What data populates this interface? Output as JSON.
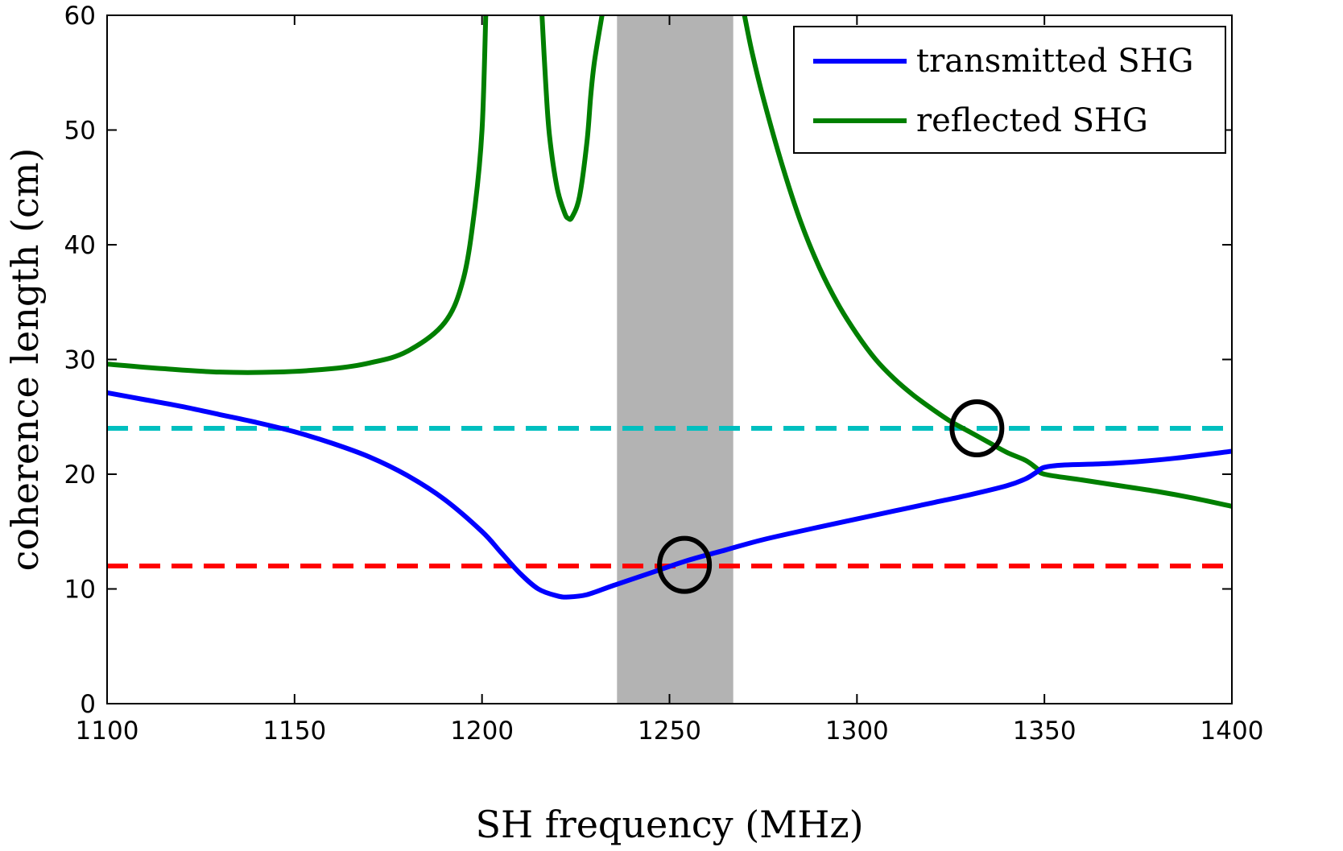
{
  "chart_data": {
    "type": "line",
    "xlabel": "SH frequency (MHz)",
    "ylabel": "coherence length (cm)",
    "xlim": [
      1100,
      1400
    ],
    "ylim": [
      0,
      60
    ],
    "xticks": [
      1100,
      1150,
      1200,
      1250,
      1300,
      1350,
      1400
    ],
    "yticks": [
      0,
      10,
      20,
      30,
      40,
      50,
      60
    ],
    "xtick_labels": [
      "1100",
      "1150",
      "1200",
      "1250",
      "1300",
      "1350",
      "1400"
    ],
    "ytick_labels": [
      "0",
      "10",
      "20",
      "30",
      "40",
      "50",
      "60"
    ],
    "grid": false,
    "legend_position": "top-right",
    "shaded_band": {
      "x_start": 1236,
      "x_end": 1267,
      "color": "#b3b3b3"
    },
    "series": [
      {
        "name": "transmitted SHG",
        "color": "#0000ff",
        "x": [
          1100,
          1110,
          1120,
          1130,
          1140,
          1150,
          1160,
          1170,
          1180,
          1190,
          1200,
          1205,
          1210,
          1215,
          1220,
          1223,
          1228,
          1235,
          1245,
          1255,
          1265,
          1275,
          1290,
          1300,
          1310,
          1320,
          1330,
          1340,
          1345,
          1348,
          1350,
          1355,
          1365,
          1375,
          1385,
          1400
        ],
        "y": [
          27.1,
          26.5,
          25.9,
          25.2,
          24.5,
          23.7,
          22.7,
          21.5,
          19.9,
          17.8,
          15.0,
          13.2,
          11.4,
          10.0,
          9.4,
          9.3,
          9.5,
          10.3,
          11.4,
          12.5,
          13.4,
          14.3,
          15.4,
          16.1,
          16.8,
          17.5,
          18.2,
          19.0,
          19.6,
          20.2,
          20.6,
          20.8,
          20.9,
          21.1,
          21.4,
          22.0
        ]
      },
      {
        "name": "reflected SHG",
        "color": "#007f00",
        "x": [
          1100,
          1115,
          1130,
          1145,
          1160,
          1170,
          1180,
          1190,
          1195,
          1198,
          1200,
          1201
        ],
        "y": [
          29.6,
          29.2,
          28.9,
          28.9,
          29.2,
          29.7,
          30.7,
          33.2,
          37.0,
          43.0,
          50.0,
          60.0
        ]
      },
      {
        "name": "",
        "color": "#007f00",
        "x": [
          1216,
          1217,
          1218,
          1220,
          1222,
          1223,
          1224,
          1226,
          1228,
          1229,
          1230,
          1232
        ],
        "y": [
          60.0,
          54.0,
          49.5,
          45.0,
          42.8,
          42.3,
          42.4,
          44.2,
          49.0,
          53.0,
          56.0,
          60.0
        ]
      },
      {
        "name": "",
        "color": "#007f00",
        "x": [
          1270,
          1272,
          1275,
          1280,
          1285,
          1290,
          1295,
          1300,
          1305,
          1310,
          1315,
          1320,
          1325,
          1330,
          1335,
          1340,
          1345,
          1348,
          1350,
          1360,
          1370,
          1380,
          1390,
          1400
        ],
        "y": [
          60.0,
          56.8,
          52.8,
          47.0,
          42.0,
          38.0,
          34.8,
          32.2,
          30.0,
          28.3,
          26.9,
          25.7,
          24.6,
          23.7,
          22.8,
          21.9,
          21.2,
          20.5,
          20.0,
          19.5,
          19.0,
          18.5,
          17.9,
          17.2
        ]
      }
    ],
    "reference_lines": [
      {
        "y": 24,
        "color": "#00bfbf",
        "style": "dashed"
      },
      {
        "y": 12,
        "color": "#ff0000",
        "style": "dashed"
      }
    ],
    "markers": [
      {
        "x": 1254,
        "y": 12.1,
        "shape": "circle"
      },
      {
        "x": 1332,
        "y": 24.0,
        "shape": "circle"
      }
    ]
  }
}
